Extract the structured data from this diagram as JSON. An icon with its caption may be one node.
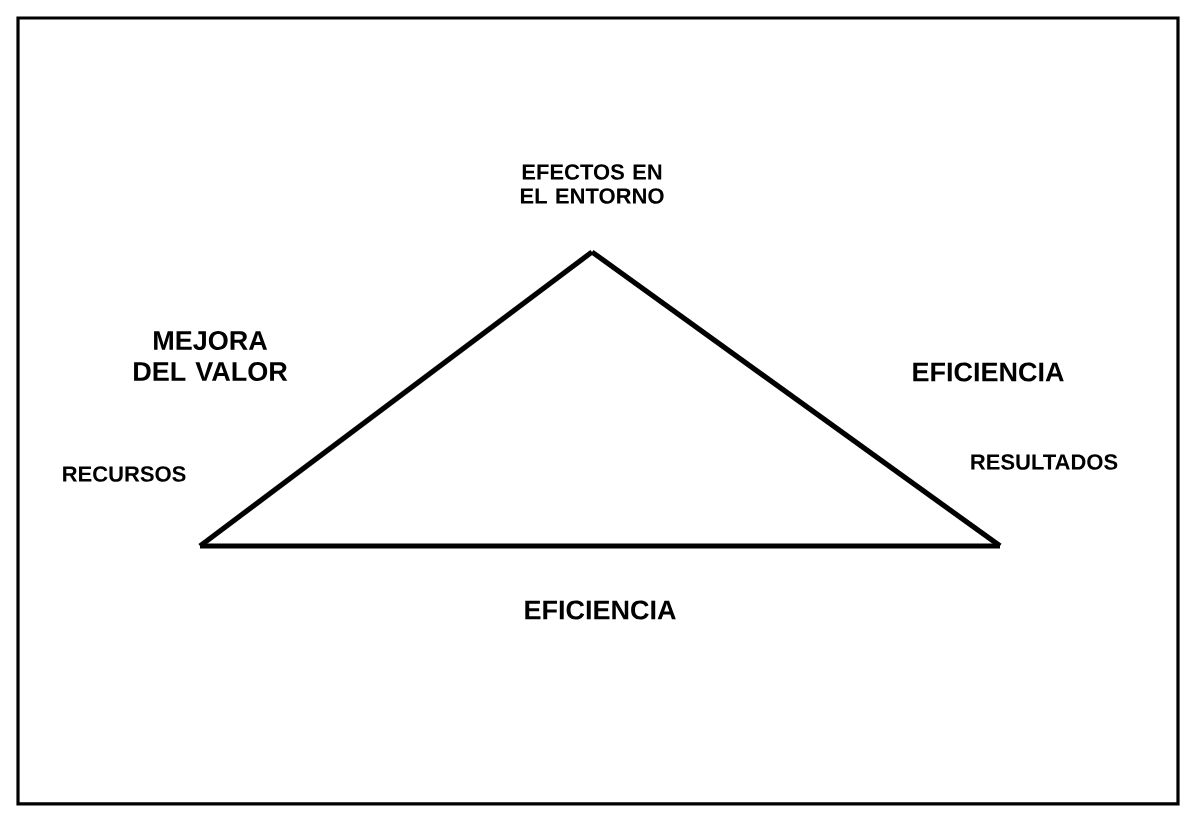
{
  "diagram": {
    "nodes": [
      {
        "text": [
          "EFECTOS EN EL ENTORNO"
        ]
      },
      {
        "text": [
          "RECURSOS"
        ]
      },
      {
        "text": [
          "RESULTADOS"
        ]
      }
    ],
    "edges": [
      {
        "from": 1,
        "to": 0,
        "arrow": "none",
        "label": "MEJORA DEL VALOR"
      },
      {
        "from": 0,
        "to": 2,
        "arrow": "none",
        "label": "EFICIENCIA"
      },
      {
        "from": 1,
        "to": 2,
        "arrow": "none",
        "label": "EFICIENCIA"
      }
    ]
  }
}
